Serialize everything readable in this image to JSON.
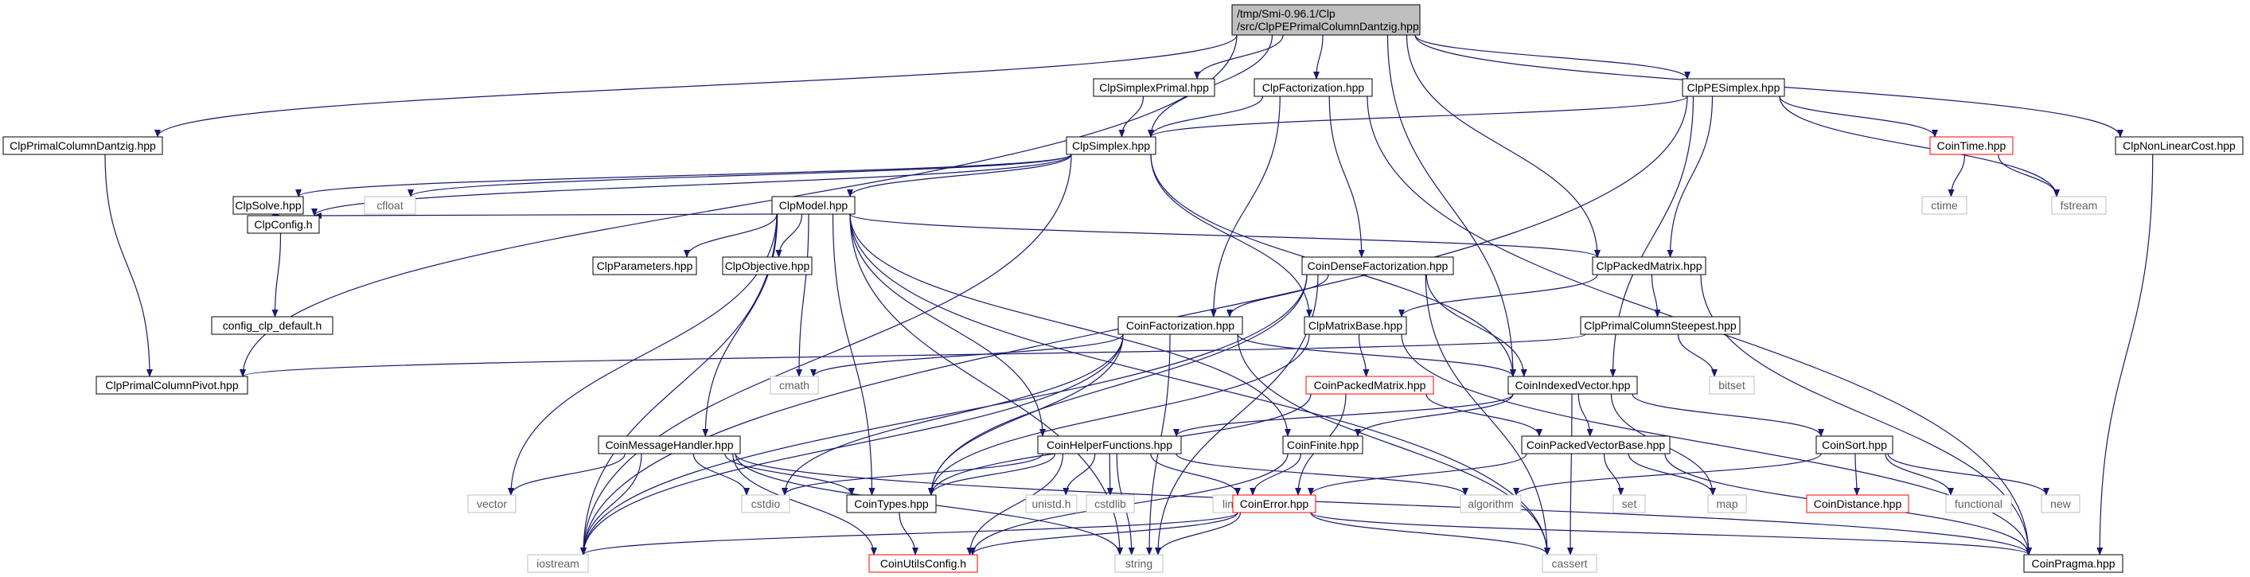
{
  "colors": {
    "edge": "#191970",
    "box_border_default": "#000000",
    "box_border_red": "#ff0000",
    "box_border_gray": "#bfbfbf",
    "root_fill": "#bfbfbf",
    "box_fill": "#ffffff"
  },
  "nodes": [
    {
      "id": "root",
      "lines": [
        "/tmp/Smi-0.96.1/Clp",
        "/src/ClpPEPrimalColumnDantzig.hpp"
      ],
      "style": "root"
    },
    {
      "id": "ClpPrimalColumnDantzig",
      "lines": [
        "ClpPrimalColumnDantzig.hpp"
      ],
      "style": "normal"
    },
    {
      "id": "ClpSimplexPrimal",
      "lines": [
        "ClpSimplexPrimal.hpp"
      ],
      "style": "normal"
    },
    {
      "id": "ClpFactorization",
      "lines": [
        "ClpFactorization.hpp"
      ],
      "style": "normal"
    },
    {
      "id": "ClpPESimplex",
      "lines": [
        "ClpPESimplex.hpp"
      ],
      "style": "normal"
    },
    {
      "id": "ClpNonLinearCost",
      "lines": [
        "ClpNonLinearCost.hpp"
      ],
      "style": "normal"
    },
    {
      "id": "ClpSimplex",
      "lines": [
        "ClpSimplex.hpp"
      ],
      "style": "normal"
    },
    {
      "id": "CoinTime",
      "lines": [
        "CoinTime.hpp"
      ],
      "style": "red"
    },
    {
      "id": "ClpSolve",
      "lines": [
        "ClpSolve.hpp"
      ],
      "style": "normal"
    },
    {
      "id": "cfloat",
      "lines": [
        "cfloat"
      ],
      "style": "gray"
    },
    {
      "id": "ClpModel",
      "lines": [
        "ClpModel.hpp"
      ],
      "style": "normal"
    },
    {
      "id": "ctime",
      "lines": [
        "ctime"
      ],
      "style": "gray"
    },
    {
      "id": "fstream",
      "lines": [
        "fstream"
      ],
      "style": "gray"
    },
    {
      "id": "ClpConfig",
      "lines": [
        "ClpConfig.h"
      ],
      "style": "normal"
    },
    {
      "id": "ClpParameters",
      "lines": [
        "ClpParameters.hpp"
      ],
      "style": "normal"
    },
    {
      "id": "ClpObjective",
      "lines": [
        "ClpObjective.hpp"
      ],
      "style": "normal"
    },
    {
      "id": "CoinDenseFactorization",
      "lines": [
        "CoinDenseFactorization.hpp"
      ],
      "style": "normal"
    },
    {
      "id": "ClpPackedMatrix",
      "lines": [
        "ClpPackedMatrix.hpp"
      ],
      "style": "normal"
    },
    {
      "id": "config_clp_default",
      "lines": [
        "config_clp_default.h"
      ],
      "style": "normal"
    },
    {
      "id": "CoinFactorization",
      "lines": [
        "CoinFactorization.hpp"
      ],
      "style": "normal"
    },
    {
      "id": "ClpMatrixBase",
      "lines": [
        "ClpMatrixBase.hpp"
      ],
      "style": "normal"
    },
    {
      "id": "ClpPrimalColumnSteepest",
      "lines": [
        "ClpPrimalColumnSteepest.hpp"
      ],
      "style": "normal"
    },
    {
      "id": "ClpPrimalColumnPivot",
      "lines": [
        "ClpPrimalColumnPivot.hpp"
      ],
      "style": "normal"
    },
    {
      "id": "cmath",
      "lines": [
        "cmath"
      ],
      "style": "gray"
    },
    {
      "id": "CoinPackedMatrix",
      "lines": [
        "CoinPackedMatrix.hpp"
      ],
      "style": "red"
    },
    {
      "id": "CoinIndexedVector",
      "lines": [
        "CoinIndexedVector.hpp"
      ],
      "style": "normal"
    },
    {
      "id": "bitset",
      "lines": [
        "bitset"
      ],
      "style": "gray"
    },
    {
      "id": "CoinMessageHandler",
      "lines": [
        "CoinMessageHandler.hpp"
      ],
      "style": "normal"
    },
    {
      "id": "CoinHelperFunctions",
      "lines": [
        "CoinHelperFunctions.hpp"
      ],
      "style": "normal"
    },
    {
      "id": "CoinFinite",
      "lines": [
        "CoinFinite.hpp"
      ],
      "style": "normal"
    },
    {
      "id": "CoinPackedVectorBase",
      "lines": [
        "CoinPackedVectorBase.hpp"
      ],
      "style": "normal"
    },
    {
      "id": "CoinSort",
      "lines": [
        "CoinSort.hpp"
      ],
      "style": "normal"
    },
    {
      "id": "vector",
      "lines": [
        "vector"
      ],
      "style": "gray"
    },
    {
      "id": "cstdio",
      "lines": [
        "cstdio"
      ],
      "style": "gray"
    },
    {
      "id": "CoinTypes",
      "lines": [
        "CoinTypes.hpp"
      ],
      "style": "normal"
    },
    {
      "id": "unistd",
      "lines": [
        "unistd.h"
      ],
      "style": "gray"
    },
    {
      "id": "cstdlib",
      "lines": [
        "cstdlib"
      ],
      "style": "gray"
    },
    {
      "id": "limits",
      "lines": [
        "limits"
      ],
      "style": "gray"
    },
    {
      "id": "CoinError",
      "lines": [
        "CoinError.hpp"
      ],
      "style": "red"
    },
    {
      "id": "algorithm",
      "lines": [
        "algorithm"
      ],
      "style": "gray"
    },
    {
      "id": "set",
      "lines": [
        "set"
      ],
      "style": "gray"
    },
    {
      "id": "map",
      "lines": [
        "map"
      ],
      "style": "gray"
    },
    {
      "id": "CoinDistance",
      "lines": [
        "CoinDistance.hpp"
      ],
      "style": "red"
    },
    {
      "id": "functional",
      "lines": [
        "functional"
      ],
      "style": "gray"
    },
    {
      "id": "new",
      "lines": [
        "new"
      ],
      "style": "gray"
    },
    {
      "id": "iostream",
      "lines": [
        "iostream"
      ],
      "style": "gray"
    },
    {
      "id": "CoinUtilsConfig",
      "lines": [
        "CoinUtilsConfig.h"
      ],
      "style": "red"
    },
    {
      "id": "string",
      "lines": [
        "string"
      ],
      "style": "gray"
    },
    {
      "id": "cassert",
      "lines": [
        "cassert"
      ],
      "style": "gray"
    },
    {
      "id": "CoinPragma",
      "lines": [
        "CoinPragma.hpp"
      ],
      "style": "normal"
    }
  ],
  "edges": [
    [
      "root",
      "ClpPrimalColumnDantzig"
    ],
    [
      "root",
      "ClpSimplexPrimal"
    ],
    [
      "root",
      "ClpFactorization"
    ],
    [
      "root",
      "ClpPESimplex"
    ],
    [
      "root",
      "ClpNonLinearCost"
    ],
    [
      "root",
      "ClpSimplex"
    ],
    [
      "root",
      "ClpPackedMatrix"
    ],
    [
      "root",
      "CoinIndexedVector"
    ],
    [
      "root",
      "ClpPrimalColumnPivot"
    ],
    [
      "ClpPrimalColumnDantzig",
      "ClpPrimalColumnPivot"
    ],
    [
      "ClpSimplexPrimal",
      "ClpSimplex"
    ],
    [
      "ClpFactorization",
      "ClpSimplex"
    ],
    [
      "ClpFactorization",
      "CoinFactorization"
    ],
    [
      "ClpFactorization",
      "CoinDenseFactorization"
    ],
    [
      "ClpFactorization",
      "CoinPragma"
    ],
    [
      "ClpPESimplex",
      "ClpSimplex"
    ],
    [
      "ClpPESimplex",
      "CoinTime"
    ],
    [
      "ClpPESimplex",
      "fstream"
    ],
    [
      "ClpPESimplex",
      "ClpPackedMatrix"
    ],
    [
      "ClpPESimplex",
      "CoinIndexedVector"
    ],
    [
      "ClpPESimplex",
      "iostream"
    ],
    [
      "ClpNonLinearCost",
      "CoinPragma"
    ],
    [
      "CoinTime",
      "ctime"
    ],
    [
      "CoinTime",
      "fstream"
    ],
    [
      "ClpSimplex",
      "ClpSolve"
    ],
    [
      "ClpSimplex",
      "cfloat"
    ],
    [
      "ClpSimplex",
      "ClpModel"
    ],
    [
      "ClpSimplex",
      "ClpConfig"
    ],
    [
      "ClpSimplex",
      "ClpMatrixBase"
    ],
    [
      "ClpSimplex",
      "CoinIndexedVector"
    ],
    [
      "ClpSimplex",
      "iostream"
    ],
    [
      "ClpSolve",
      "ClpConfig"
    ],
    [
      "ClpConfig",
      "config_clp_default"
    ],
    [
      "ClpModel",
      "ClpConfig"
    ],
    [
      "ClpModel",
      "ClpParameters"
    ],
    [
      "ClpModel",
      "ClpObjective"
    ],
    [
      "ClpModel",
      "ClpPackedMatrix"
    ],
    [
      "ClpModel",
      "CoinMessageHandler"
    ],
    [
      "ClpModel",
      "CoinHelperFunctions"
    ],
    [
      "ClpModel",
      "CoinTypes"
    ],
    [
      "ClpModel",
      "cmath"
    ],
    [
      "ClpModel",
      "vector"
    ],
    [
      "ClpModel",
      "iostream"
    ],
    [
      "ClpModel",
      "string"
    ],
    [
      "ClpModel",
      "cassert"
    ],
    [
      "ClpModel",
      "CoinFinite"
    ],
    [
      "CoinDenseFactorization",
      "CoinFactorization"
    ],
    [
      "CoinDenseFactorization",
      "CoinIndexedVector"
    ],
    [
      "CoinDenseFactorization",
      "CoinTypes"
    ],
    [
      "CoinDenseFactorization",
      "iostream"
    ],
    [
      "CoinDenseFactorization",
      "string"
    ],
    [
      "CoinDenseFactorization",
      "cassert"
    ],
    [
      "ClpPackedMatrix",
      "ClpMatrixBase"
    ],
    [
      "ClpPackedMatrix",
      "ClpPrimalColumnSteepest"
    ],
    [
      "ClpPackedMatrix",
      "CoinPragma"
    ],
    [
      "CoinFactorization",
      "cmath"
    ],
    [
      "CoinFactorization",
      "CoinIndexedVector"
    ],
    [
      "CoinFactorization",
      "CoinTypes"
    ],
    [
      "CoinFactorization",
      "cstdio"
    ],
    [
      "CoinFactorization",
      "iostream"
    ],
    [
      "CoinFactorization",
      "string"
    ],
    [
      "CoinFactorization",
      "cassert"
    ],
    [
      "ClpMatrixBase",
      "CoinPackedMatrix"
    ],
    [
      "ClpMatrixBase",
      "CoinTypes"
    ],
    [
      "ClpMatrixBase",
      "CoinPragma"
    ],
    [
      "ClpPrimalColumnSteepest",
      "ClpPrimalColumnPivot"
    ],
    [
      "ClpPrimalColumnSteepest",
      "bitset"
    ],
    [
      "CoinPackedMatrix",
      "CoinError"
    ],
    [
      "CoinPackedMatrix",
      "CoinTypes"
    ],
    [
      "CoinPackedMatrix",
      "CoinPackedVectorBase"
    ],
    [
      "CoinIndexedVector",
      "CoinFinite"
    ],
    [
      "CoinIndexedVector",
      "CoinHelperFunctions"
    ],
    [
      "CoinIndexedVector",
      "CoinPackedVectorBase"
    ],
    [
      "CoinIndexedVector",
      "CoinSort"
    ],
    [
      "CoinIndexedVector",
      "cassert"
    ],
    [
      "CoinIndexedVector",
      "map"
    ],
    [
      "CoinMessageHandler",
      "vector"
    ],
    [
      "CoinMessageHandler",
      "cstdio"
    ],
    [
      "CoinMessageHandler",
      "CoinTypes"
    ],
    [
      "CoinMessageHandler",
      "iostream"
    ],
    [
      "CoinMessageHandler",
      "string"
    ],
    [
      "CoinMessageHandler",
      "CoinUtilsConfig"
    ],
    [
      "CoinMessageHandler",
      "CoinPragma"
    ],
    [
      "CoinHelperFunctions",
      "cstdio"
    ],
    [
      "CoinHelperFunctions",
      "CoinTypes"
    ],
    [
      "CoinHelperFunctions",
      "unistd"
    ],
    [
      "CoinHelperFunctions",
      "cstdlib"
    ],
    [
      "CoinHelperFunctions",
      "CoinError"
    ],
    [
      "CoinHelperFunctions",
      "algorithm"
    ],
    [
      "CoinHelperFunctions",
      "CoinUtilsConfig"
    ],
    [
      "CoinHelperFunctions",
      "string"
    ],
    [
      "CoinFinite",
      "limits"
    ],
    [
      "CoinFinite",
      "CoinUtilsConfig"
    ],
    [
      "CoinPackedVectorBase",
      "CoinError"
    ],
    [
      "CoinPackedVectorBase",
      "set"
    ],
    [
      "CoinPackedVectorBase",
      "map"
    ],
    [
      "CoinPackedVectorBase",
      "CoinPragma"
    ],
    [
      "CoinSort",
      "algorithm"
    ],
    [
      "CoinSort",
      "CoinDistance"
    ],
    [
      "CoinSort",
      "functional"
    ],
    [
      "CoinSort",
      "new"
    ],
    [
      "CoinTypes",
      "CoinUtilsConfig"
    ],
    [
      "CoinError",
      "iostream"
    ],
    [
      "CoinError",
      "string"
    ],
    [
      "CoinError",
      "cassert"
    ],
    [
      "CoinError",
      "CoinPragma"
    ],
    [
      "CoinError",
      "CoinUtilsConfig"
    ]
  ]
}
